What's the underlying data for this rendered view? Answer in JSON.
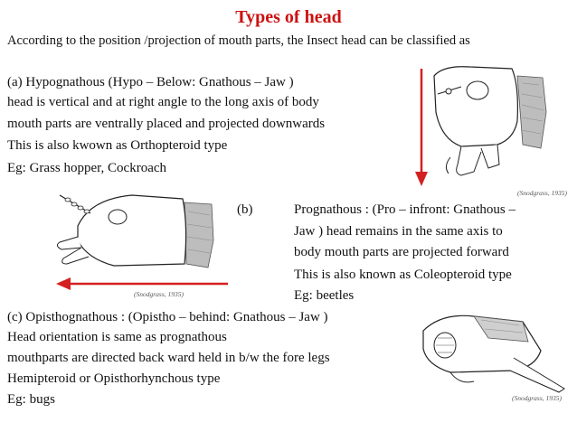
{
  "colors": {
    "title": "#cc1111",
    "arrow": "#d42020",
    "text": "#111111"
  },
  "title": "Types of head",
  "intro": "According to the position /projection of mouth parts, the Insect head can be classified as",
  "section_a": {
    "heading": "(a) Hypognathous (Hypo – Below: Gnathous – Jaw )",
    "lines": [
      "head is vertical and at right angle to the long axis of body",
      "mouth parts are ventrally placed and projected downwards",
      "This is also kwown as Orthopteroid type",
      "Eg: Grass hopper, Cockroach"
    ]
  },
  "section_b": {
    "marker": "(b)",
    "lines": [
      "Prognathous : (Pro – infront: Gnathous –",
      "Jaw ) head remains in the same axis to",
      "body  mouth parts are projected forward",
      "This is also known as Coleopteroid type",
      " Eg:  beetles"
    ]
  },
  "section_c": {
    "heading": "(c) Opisthognathous : (Opistho – behind: Gnathous – Jaw )",
    "lines": [
      " Head orientation is same as prognathous",
      "mouthparts are directed back ward held in b/w the fore legs",
      "Hemipteroid or Opisthorhynchous type",
      " Eg: bugs"
    ]
  },
  "figures": {
    "hypognathous": {
      "credit": "(Snodgrass, 1935)",
      "arrow_direction": "down"
    },
    "prognathous": {
      "credit": "(Snodgrass, 1935)",
      "arrow_direction": "left"
    },
    "opisthognathous": {
      "credit": "(Snodgrass, 1935)"
    }
  }
}
